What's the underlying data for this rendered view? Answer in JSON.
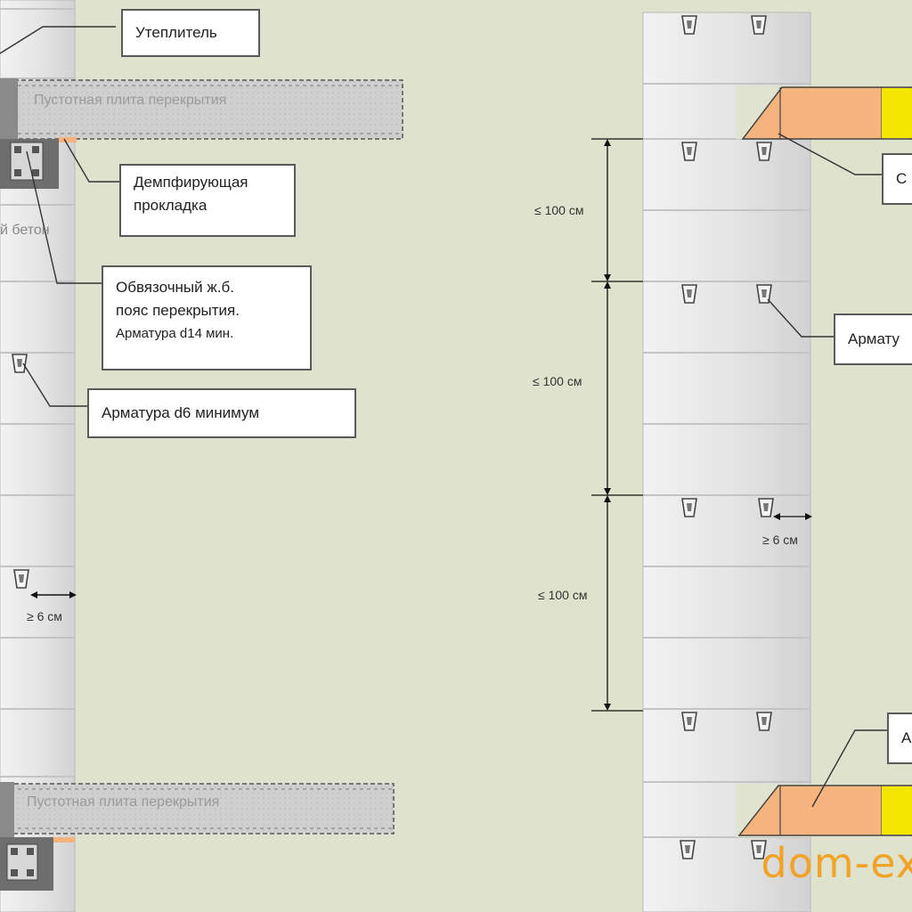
{
  "left": {
    "labels": {
      "insulation": "Утеплитель",
      "hollow_slab": "Пустотная плита перекрытия",
      "hollow_slab_bottom": "Пустотная плита перекрытия",
      "damper_line1": "Демпфирующая",
      "damper_line2": "прокладка",
      "concrete_fragment": "й бетон",
      "ring_line1": "Обвязочный ж.б.",
      "ring_line2": "пояс перекрытия.",
      "ring_line3": "Арматура d14 мин.",
      "rebar_d6": "Арматура d6 минимум",
      "edge_distance": "≥ 6 см"
    }
  },
  "right": {
    "labels": {
      "spacing_1": "≤ 100 см",
      "spacing_2": "≤ 100 см",
      "spacing_3": "≤ 100 см",
      "edge_distance": "≥ 6 см",
      "callout_top_fragment": "С",
      "callout_mid_fragment": "Армату",
      "callout_bottom_fragment": "А",
      "watermark": "dom-ex"
    }
  },
  "colors": {
    "background": "#dfe3ce",
    "block_fill": "#e6e6e6",
    "block_stroke": "#b8b8b8",
    "slab_fill": "#c9c9c9",
    "orange_insert": "#f5b47e",
    "yellow_insert": "#f3e600",
    "rebar": "#555555",
    "watermark": "#f2a226"
  }
}
